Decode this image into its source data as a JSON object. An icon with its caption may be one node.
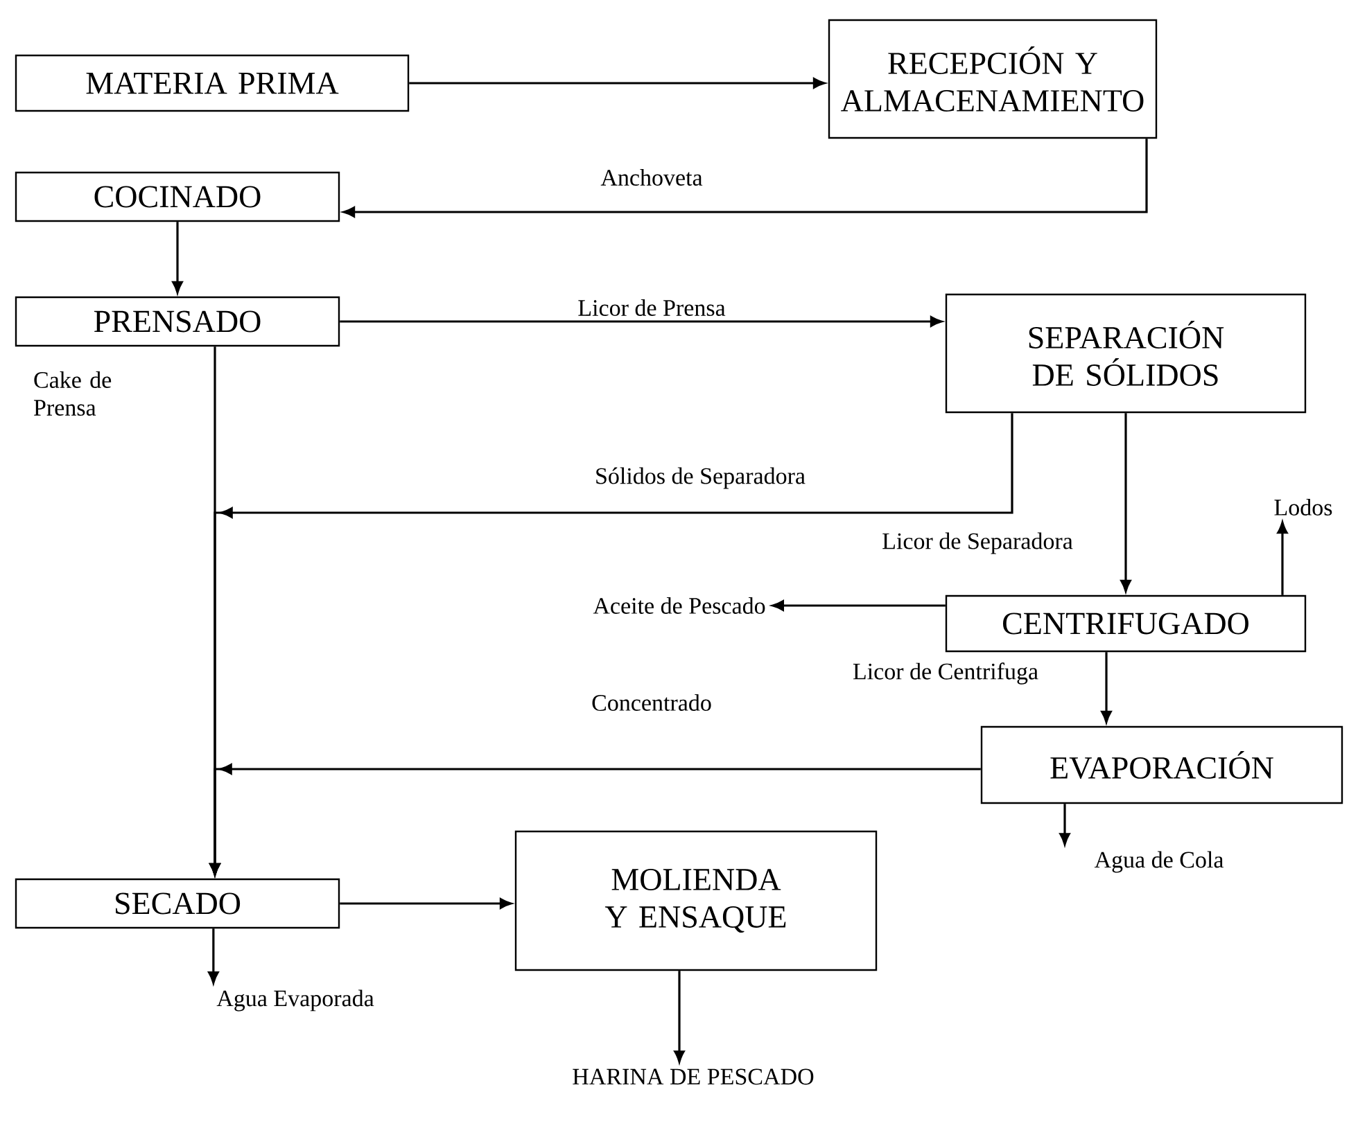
{
  "diagram": {
    "nodes": [
      {
        "text": [
          "MATERIA PRIMA"
        ]
      },
      {
        "text": [
          "RECEPCIÓN Y ALMACENAMIENTO"
        ]
      },
      {
        "text": [
          "COCINADO"
        ]
      },
      {
        "text": [
          "PRENSADO"
        ]
      },
      {
        "text": [
          "SEPARACIÓN DE SÓLIDOS"
        ]
      },
      {
        "text": [
          "CENTRIFUGADO"
        ]
      },
      {
        "text": [
          "EVAPORACIÓN"
        ]
      },
      {
        "text": [
          "SECADO"
        ]
      },
      {
        "text": [
          "MOLIENDA Y ENSAQUE"
        ]
      },
      {
        "text": [
          "Lodos"
        ]
      },
      {
        "text": [
          "Aceite de Pescado"
        ]
      },
      {
        "text": [
          "Agua de Cola"
        ]
      },
      {
        "text": [
          "Agua Evaporada"
        ]
      },
      {
        "text": [
          "HARINA DE PESCADO"
        ]
      }
    ],
    "edges": [
      {
        "from": 0,
        "to": 1,
        "arrow": "to"
      },
      {
        "from": 1,
        "to": 2,
        "arrow": "to",
        "label": "Anchoveta"
      },
      {
        "from": 2,
        "to": 3,
        "arrow": "to"
      },
      {
        "from": 3,
        "to": 4,
        "arrow": "to",
        "label": "Licor de Prensa"
      },
      {
        "from": 3,
        "to": 7,
        "arrow": "to",
        "label": "Cake de Prensa"
      },
      {
        "from": 4,
        "to": 7,
        "arrow": "to",
        "label": "Sólidos de Separadora"
      },
      {
        "from": 4,
        "to": 5,
        "arrow": "to",
        "label": "Licor de Separadora"
      },
      {
        "from": 5,
        "to": 9,
        "arrow": "to"
      },
      {
        "from": 5,
        "to": 10,
        "arrow": "to"
      },
      {
        "from": 5,
        "to": 6,
        "arrow": "to",
        "label": "Licor de Centrifuga"
      },
      {
        "from": 6,
        "to": 7,
        "arrow": "to",
        "label": "Concentrado"
      },
      {
        "from": 6,
        "to": 11,
        "arrow": "to"
      },
      {
        "from": 7,
        "to": 8,
        "arrow": "to"
      },
      {
        "from": 7,
        "to": 12,
        "arrow": "to"
      },
      {
        "from": 8,
        "to": 13,
        "arrow": "to"
      }
    ]
  }
}
